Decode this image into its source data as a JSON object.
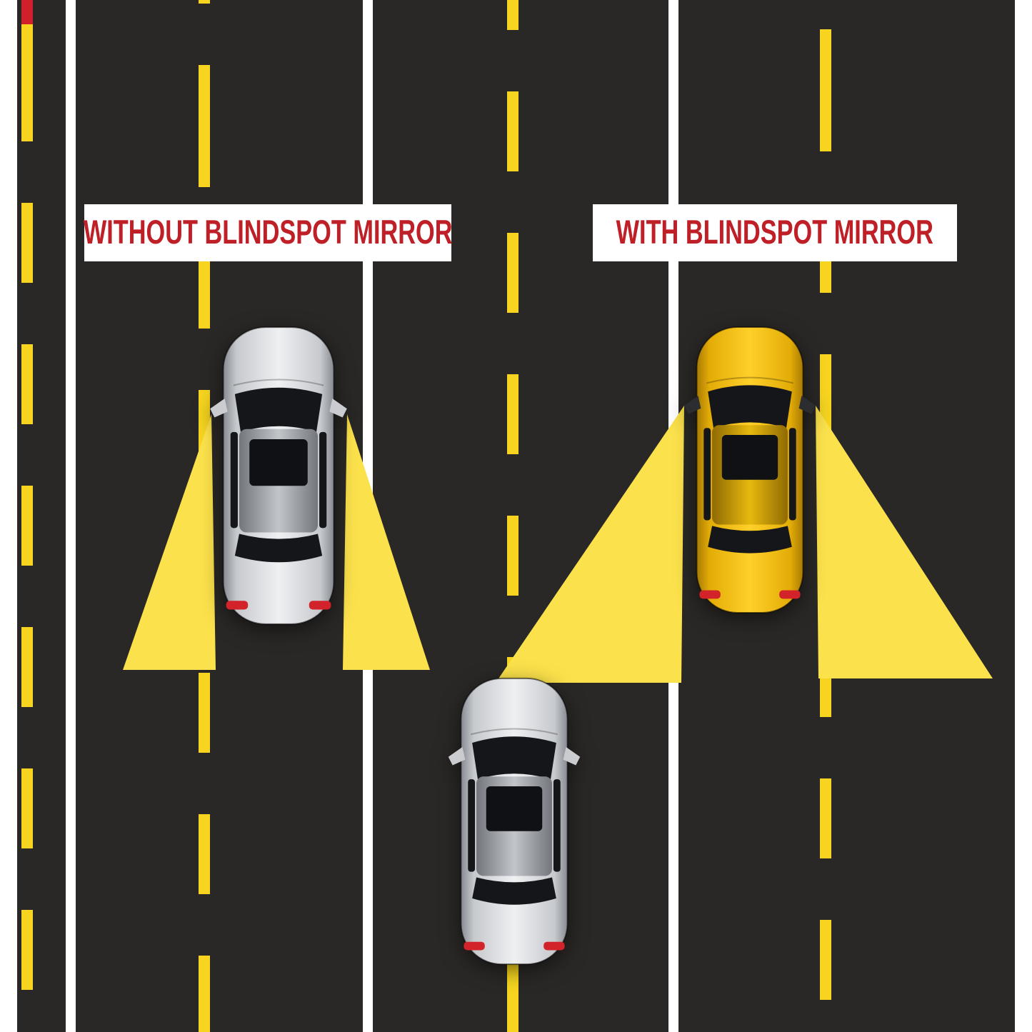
{
  "illustration": {
    "title": "Blindspot mirror field-of-view comparison, top view of three-lane road",
    "left_panel": {
      "label": "WITHOUT BLINDSPOT MIRROR",
      "car": "silver car, top view",
      "view_cones": "narrow rear view cones from both side mirrors"
    },
    "right_panel": {
      "label": "WITH BLINDSPOT MIRROR",
      "car": "yellow car, top view",
      "view_cones": "wide rear view cones from both side mirrors"
    },
    "approaching_car": "silver car approaching from behind in center lane"
  },
  "colors": {
    "road": "#2a2826",
    "lane_white": "#ffffff",
    "lane_yellow": "#f6d41f",
    "cone_yellow": "#fbe14b",
    "banner_bg": "#ffffff",
    "banner_text": "#bf1f27",
    "red_dash": "#d0202c",
    "car_silver": "#d9dbde",
    "car_yellow": "#f5bf0a",
    "taillight_red": "#d2232a",
    "window_dark": "#15161a"
  }
}
